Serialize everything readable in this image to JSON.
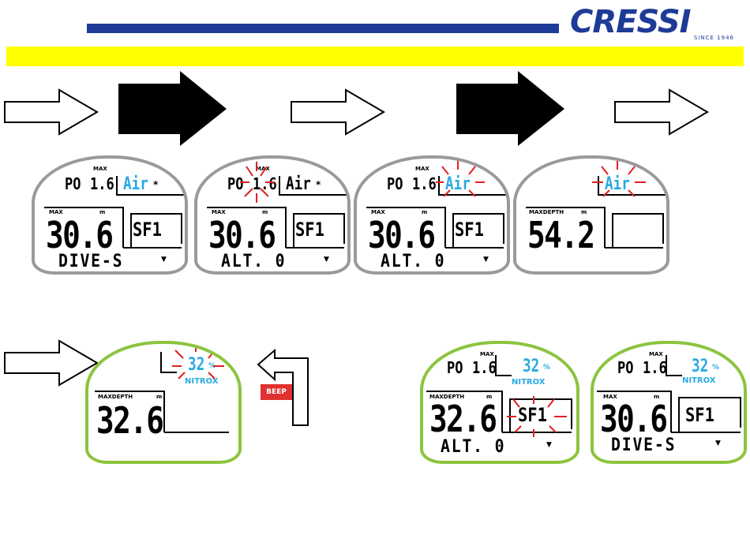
{
  "header": {
    "logo": {
      "text": "CRESSI",
      "since": "SINCE 1946"
    },
    "accent_blue": "#1e3b97",
    "accent_yellow": "#ffff00"
  },
  "colors": {
    "lcd_gray": "#9a9a9a",
    "lcd_green": "#8cc43f",
    "gas_blue": "#29a9e1",
    "flash_red": "#e02020",
    "beep_red": "#e03030"
  },
  "arrows": {
    "outline": [
      "arrow-right-outline-icon",
      "arrow-right-outline-icon",
      "arrow-right-outline-icon",
      "arrow-right-outline-icon"
    ],
    "solid": [
      "arrow-right-solid-icon",
      "arrow-right-solid-icon"
    ],
    "loop": "arrow-loop-back-icon"
  },
  "beep_label": "BEEP",
  "screens": [
    {
      "max": "MAX",
      "po": "PO",
      "po_val": "1.6",
      "gas": "Air",
      "gas_mark": "*",
      "lbl_left": "MAX",
      "lbl_right": "m",
      "big": "30.6",
      "mid": "SF1",
      "bottom": "DIVE-S",
      "bottom_mark": "▼"
    },
    {
      "max": "MAX",
      "po": "PO",
      "po_val": "1.6",
      "gas": "Air",
      "gas_mark": "*",
      "lbl_left": "MAX",
      "lbl_right": "m",
      "big": "30.6",
      "mid": "SF1",
      "bottom": "ALT. 0",
      "bottom_mark": "▼"
    },
    {
      "max": "MAX",
      "po": "PO",
      "po_val": "1.6",
      "gas": "Air",
      "lbl_left": "MAX",
      "lbl_right": "m",
      "big": "30.6",
      "mid": "SF1",
      "bottom": "ALT. 0",
      "bottom_mark": "▼"
    },
    {
      "gas": "Air",
      "lbl_left": "MAXDEPTH",
      "lbl_right": "m",
      "big": "54.2"
    },
    {
      "gas": "32",
      "gas_mark": "%",
      "nitrox": "NITROX",
      "lbl_left": "MAXDEPTH",
      "lbl_right": "m",
      "big": "32.6"
    },
    {
      "max": "MAX",
      "po": "PO",
      "po_val": "1.6",
      "gas": "32",
      "gas_mark": "%",
      "nitrox": "NITROX",
      "lbl_left": "MAXDEPTH",
      "lbl_right": "m",
      "big": "32.6",
      "mid": "SF1",
      "bottom": "ALT. 0",
      "bottom_mark": "▼"
    },
    {
      "max": "MAX",
      "po": "PO",
      "po_val": "1.6",
      "gas": "32",
      "gas_mark": "%",
      "nitrox": "NITROX",
      "lbl_left": "MAX",
      "lbl_right": "m",
      "big": "30.6",
      "mid": "SF1",
      "bottom": "DIVE-S",
      "bottom_mark": "▼"
    }
  ]
}
